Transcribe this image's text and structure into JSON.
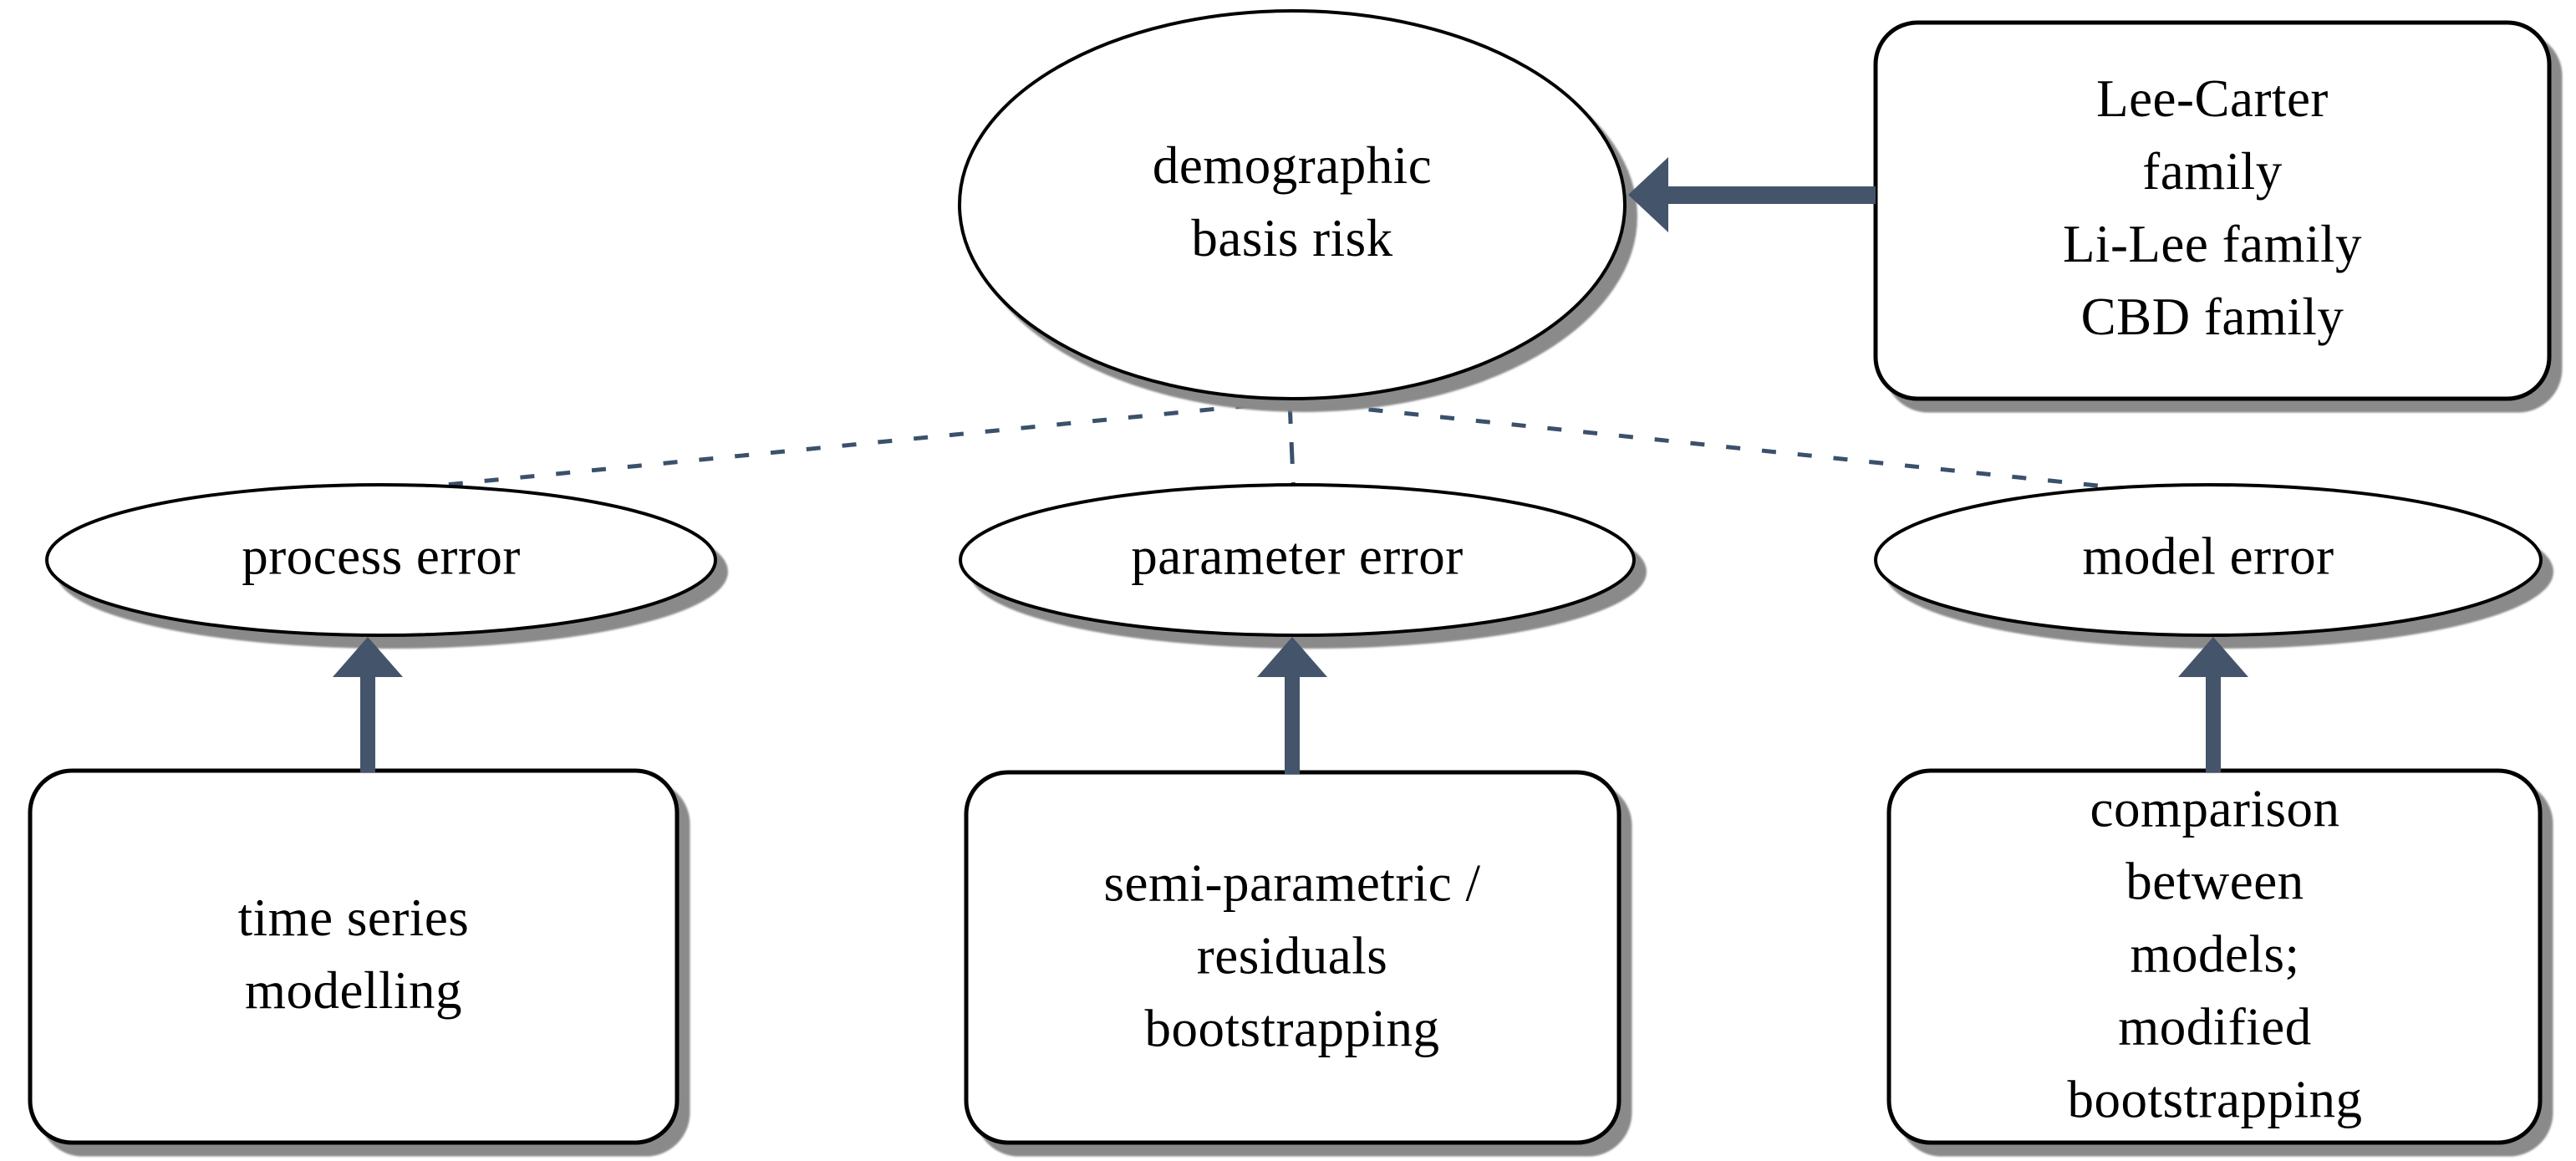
{
  "diagram": {
    "title": "demographic basis risk decomposition",
    "colors": {
      "arrow": "#44546A",
      "dashed_line": "#3a516b",
      "shadow": "#8a8a8a",
      "node_fill": "#ffffff",
      "node_stroke": "#000000",
      "text": "#000000"
    },
    "nodes": {
      "root": {
        "shape": "ellipse",
        "label": "demographic\nbasis risk"
      },
      "model_families": {
        "shape": "rounded-rect",
        "label": "Lee-Carter family\nLi-Lee family\nCBD family"
      },
      "process_error": {
        "shape": "ellipse",
        "label": "process error"
      },
      "parameter_error": {
        "shape": "ellipse",
        "label": "parameter error"
      },
      "model_error": {
        "shape": "ellipse",
        "label": "model error"
      },
      "time_series": {
        "shape": "rounded-rect",
        "label": "time series\nmodelling"
      },
      "semi_parametric": {
        "shape": "rounded-rect",
        "label": "semi-parametric /\nresiduals\nbootstrapping"
      },
      "comparison": {
        "shape": "rounded-rect",
        "label": "comparison\nbetween models;\nmodified\nbootstrapping"
      }
    },
    "edges": [
      {
        "from": "model_families",
        "to": "root",
        "style": "solid-arrow",
        "direction": "left"
      },
      {
        "from": "root",
        "to": "process_error",
        "style": "dashed"
      },
      {
        "from": "root",
        "to": "parameter_error",
        "style": "dashed"
      },
      {
        "from": "root",
        "to": "model_error",
        "style": "dashed"
      },
      {
        "from": "time_series",
        "to": "process_error",
        "style": "solid-arrow",
        "direction": "up"
      },
      {
        "from": "semi_parametric",
        "to": "parameter_error",
        "style": "solid-arrow",
        "direction": "up"
      },
      {
        "from": "comparison",
        "to": "model_error",
        "style": "solid-arrow",
        "direction": "up"
      }
    ]
  }
}
